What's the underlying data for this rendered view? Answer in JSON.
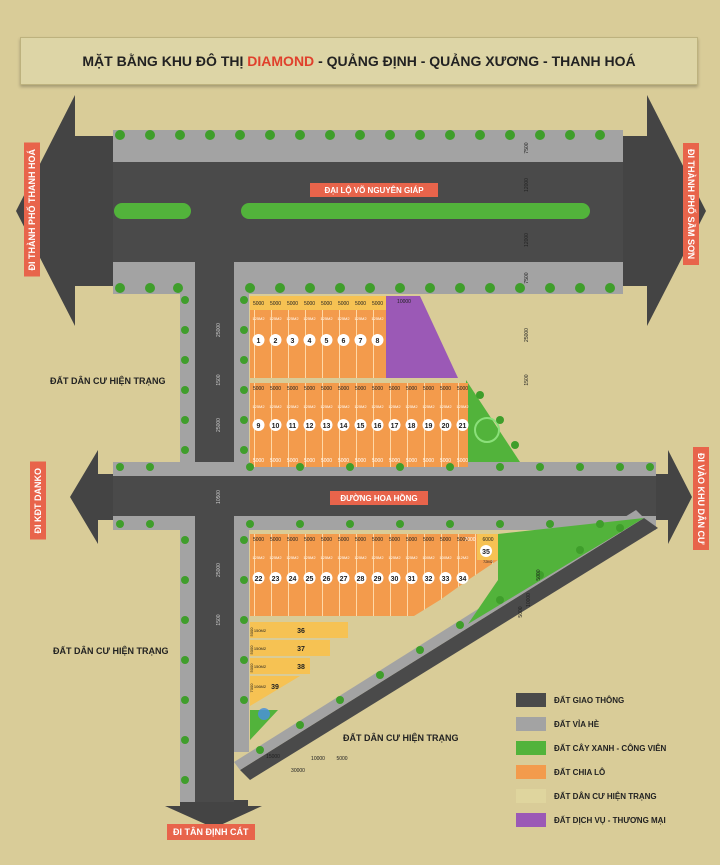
{
  "title": {
    "prefix": "MẶT BẰNG KHU ĐÔ THỊ",
    "highlight": "DIAMOND",
    "suffix": "- QUẢNG ĐỊNH - QUẢNG XƯƠNG - THANH HOÁ"
  },
  "roads": {
    "main": "ĐẠI LỘ VÕ NGUYÊN GIÁP",
    "cross": "ĐƯỜNG HOA HỒNG"
  },
  "directions": {
    "left_top": "ĐI THÀNH PHỐ THANH HOÁ",
    "right_top": "ĐI THÀNH PHỐ SẦM SƠN",
    "left_mid": "ĐI KĐT DANKO",
    "right_mid": "ĐI VÀO KHU DÂN CƯ",
    "bottom": "ĐI TÂN ĐỊNH CÁT"
  },
  "areas": {
    "a1": "ĐẤT DÂN CƯ HIỆN TRẠNG",
    "a2": "ĐẤT DÂN CƯ HIỆN TRẠNG",
    "a3": "ĐẤT DÂN CƯ HIỆN TRẠNG"
  },
  "legend": [
    {
      "label": "ĐẤT GIAO THÔNG",
      "color": "#4a4a4a"
    },
    {
      "label": "ĐẤT VỈA HÈ",
      "color": "#a3a3a3"
    },
    {
      "label": "ĐẤT CÂY XANH - CÔNG VIÊN",
      "color": "#52b33b"
    },
    {
      "label": "ĐẤT CHIA LÔ",
      "color": "#f39b4c"
    },
    {
      "label": "ĐẤT DÂN CƯ HIỆN TRẠNG",
      "color": "#dfd59e"
    },
    {
      "label": "ĐẤT DỊCH VỤ - THƯƠNG MẠI",
      "color": "#9b59b6"
    }
  ],
  "block_a": {
    "lots": [
      "1",
      "2",
      "3",
      "4",
      "5",
      "6",
      "7",
      "8"
    ],
    "width_label": "5000",
    "area_label": "125M2",
    "corner_label": "10000"
  },
  "block_b": {
    "lots": [
      "9",
      "10",
      "11",
      "12",
      "13",
      "14",
      "15",
      "16",
      "17",
      "18",
      "19",
      "20",
      "21"
    ],
    "width_label": "5000",
    "area_label": "125M2"
  },
  "block_c": {
    "lots": [
      "22",
      "23",
      "24",
      "25",
      "26",
      "27",
      "28",
      "29",
      "30",
      "31",
      "32",
      "33",
      "34"
    ],
    "width_label": "5000",
    "area_label": "125M2"
  },
  "lot_35": {
    "number": "35",
    "width_label": "6000",
    "area_label": "72M2",
    "left_label": "7000"
  },
  "lot_c_areas": [
    "125M2",
    "125M2",
    "125M2",
    "125M2",
    "125M2",
    "125M2",
    "125M2",
    "125M2",
    "125M2",
    "125M2",
    "100M2",
    "100M2",
    "112M2"
  ],
  "small_lots": [
    {
      "number": "36",
      "area": "150M2",
      "depth": "5000"
    },
    {
      "number": "37",
      "area": "150M2",
      "depth": "5000"
    },
    {
      "number": "38",
      "area": "150M2",
      "depth": "5000"
    },
    {
      "number": "39",
      "area": "106M2",
      "depth": "7000"
    }
  ],
  "dimensions": {
    "d7500": "7500",
    "d12000": "12000",
    "d25000": "25000",
    "d10500": "10500",
    "d1500": "1500",
    "d10000": "10000",
    "d5000": "5000",
    "d30000": "30000",
    "d15000": "15000"
  }
}
